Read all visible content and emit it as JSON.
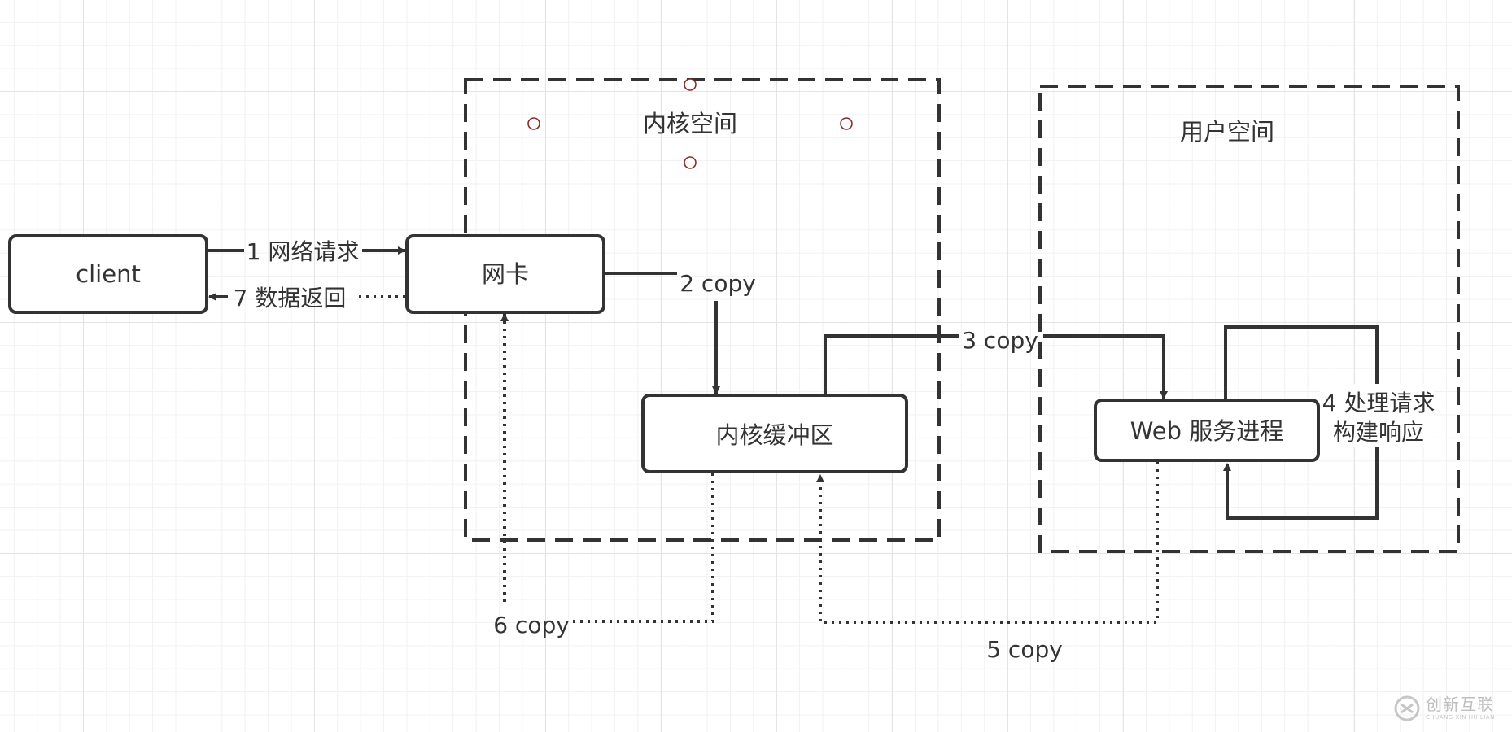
{
  "regions": {
    "kernel_space": "内核空间",
    "user_space": "用户空间"
  },
  "nodes": {
    "client": "client",
    "nic": "网卡",
    "kernel_buffer": "内核缓冲区",
    "web_process": "Web 服务进程"
  },
  "edges": {
    "e1": "1 网络请求",
    "e2": "2 copy",
    "e3": "3 copy",
    "e4_line1": "4 处理请求",
    "e4_line2": "构建响应",
    "e5": "5 copy",
    "e6": "6 copy",
    "e7": "7 数据返回"
  },
  "watermark": {
    "text": "创新互联",
    "subtext": "CHUANG XIN HU LIAN"
  },
  "colors": {
    "stroke": "#333333",
    "text": "#333333",
    "handle": "#8b2a2a",
    "grid_major": "#e4e4e4",
    "grid_minor": "#f1f1f1"
  }
}
